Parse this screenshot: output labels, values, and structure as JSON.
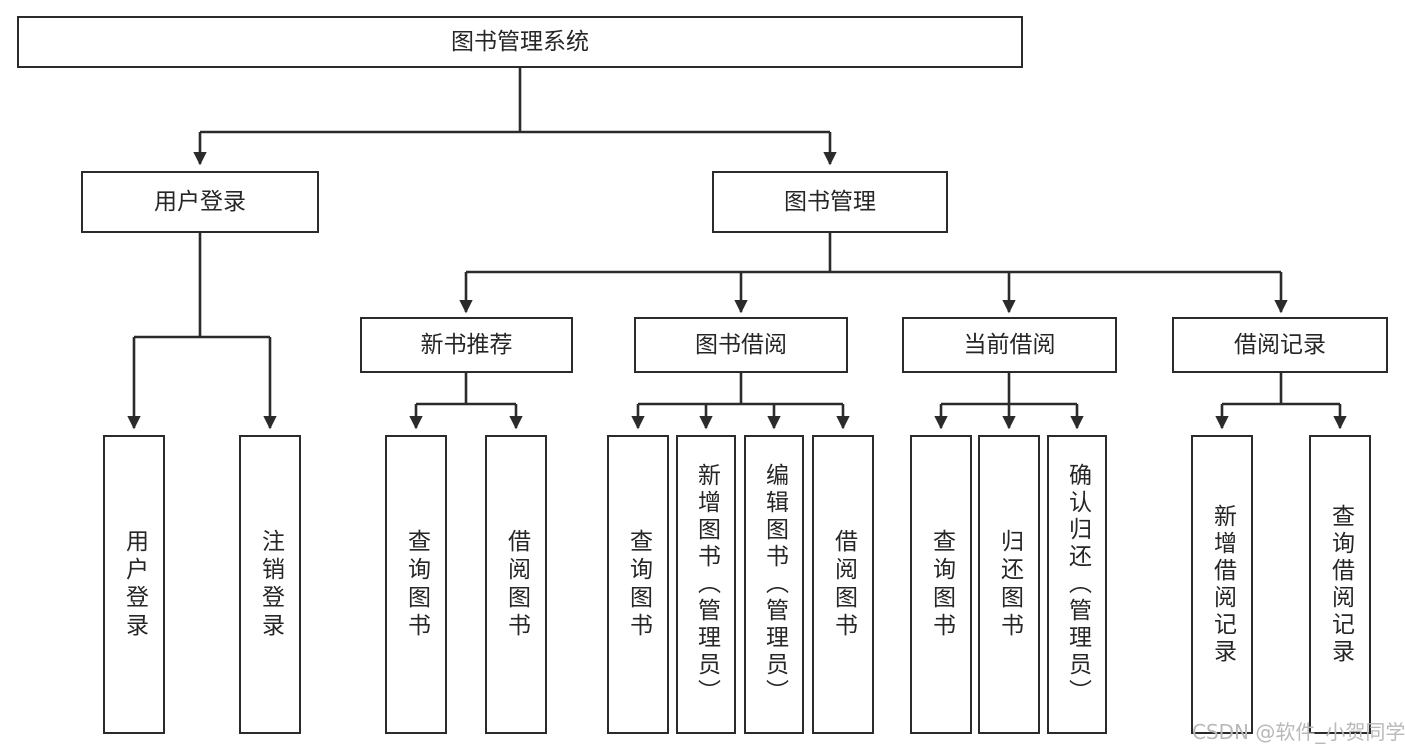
{
  "diagram": {
    "type": "tree-hierarchy-chart",
    "title": "图书管理系统",
    "orientation": "top-down",
    "stroke_color": "#2b2b2b",
    "text_color": "#262626",
    "background": "#ffffff"
  },
  "nodes": {
    "root": {
      "label": "图书管理系统",
      "level": 1
    },
    "level2": [
      {
        "id": "user-login",
        "label": "用户登录"
      },
      {
        "id": "book-manage",
        "label": "图书管理"
      }
    ],
    "level3": [
      {
        "id": "new-book-recommend",
        "label": "新书推荐"
      },
      {
        "id": "book-borrow",
        "label": "图书借阅"
      },
      {
        "id": "current-borrow",
        "label": "当前借阅"
      },
      {
        "id": "borrow-record",
        "label": "借阅记录"
      }
    ],
    "leaves": {
      "user-login": [
        {
          "id": "leaf-user-login",
          "label": "用户登录"
        },
        {
          "id": "leaf-user-logout",
          "label": "注销登录"
        }
      ],
      "new-book-recommend": [
        {
          "id": "leaf-query-book-1",
          "label": "查询图书"
        },
        {
          "id": "leaf-borrow-book-1",
          "label": "借阅图书"
        }
      ],
      "book-borrow": [
        {
          "id": "leaf-query-book-2",
          "label": "查询图书"
        },
        {
          "id": "leaf-add-book",
          "label": "新增图书（管理员）"
        },
        {
          "id": "leaf-edit-book",
          "label": "编辑图书（管理员）"
        },
        {
          "id": "leaf-borrow-book-2",
          "label": "借阅图书"
        }
      ],
      "current-borrow": [
        {
          "id": "leaf-query-book-3",
          "label": "查询图书"
        },
        {
          "id": "leaf-return-book",
          "label": "归还图书"
        },
        {
          "id": "leaf-confirm-return",
          "label": "确认归还（管理员）"
        }
      ],
      "borrow-record": [
        {
          "id": "leaf-add-record",
          "label": "新增借阅记录"
        },
        {
          "id": "leaf-query-record",
          "label": "查询借阅记录"
        }
      ]
    }
  },
  "watermark": {
    "text": "CSDN @软件_小贺同学"
  }
}
